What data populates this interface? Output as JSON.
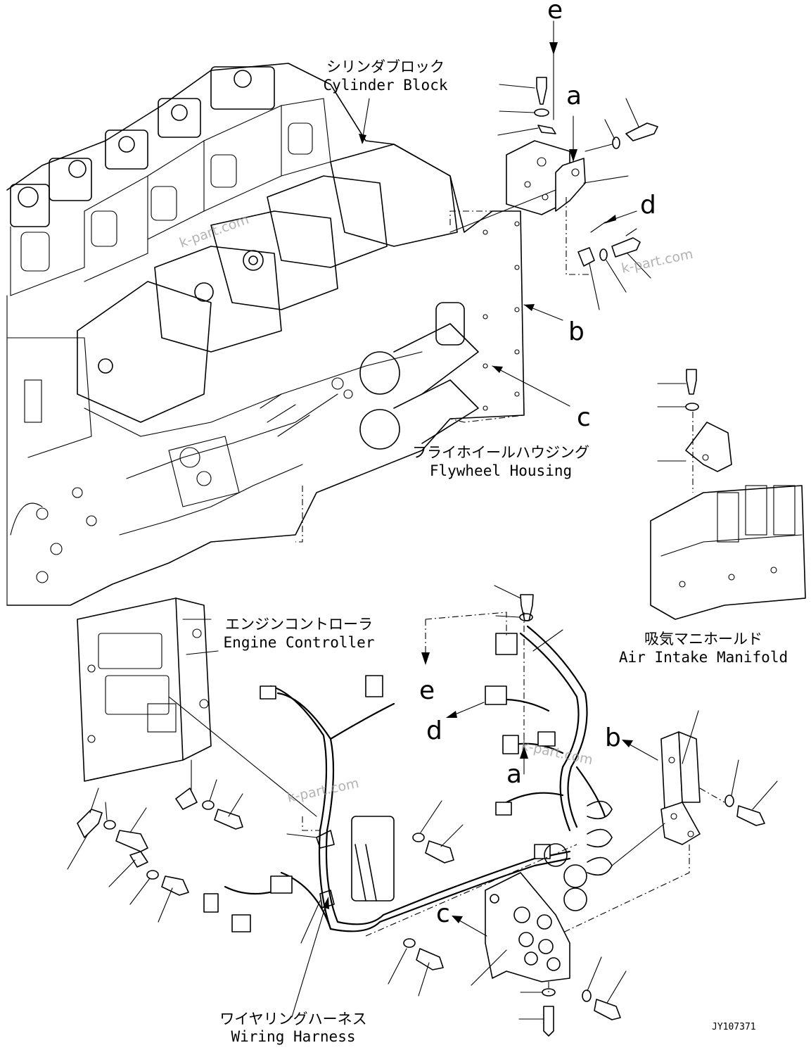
{
  "labels": {
    "cylinder_block_jp": "シリンダブロック",
    "cylinder_block_en": "Cylinder Block",
    "flywheel_housing_jp": "フライホイールハウジング",
    "flywheel_housing_en": "Flywheel Housing",
    "engine_controller_jp": "エンジンコントローラ",
    "engine_controller_en": "Engine Controller",
    "air_intake_manifold_jp": "吸気マニホールド",
    "air_intake_manifold_en": "Air Intake Manifold",
    "wiring_harness_jp": "ワイヤリングハーネス",
    "wiring_harness_en": "Wiring Harness"
  },
  "callouts": {
    "a": "a",
    "b": "b",
    "c": "c",
    "d": "d",
    "e": "e"
  },
  "watermark": "k-part.com",
  "drawing_code": "JY107371"
}
